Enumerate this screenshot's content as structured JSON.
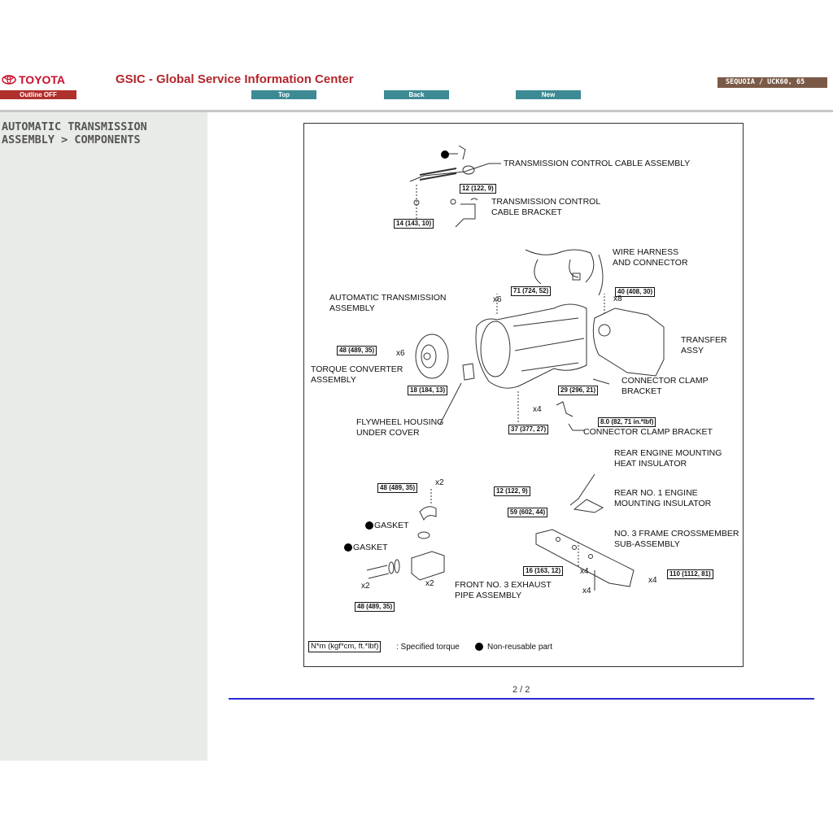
{
  "header": {
    "brand": "TOYOTA",
    "title": "GSIC - Global Service Information Center",
    "outline_button": "Outline OFF",
    "nav": {
      "top": "Top",
      "back": "Back",
      "new": "New"
    },
    "vehicle": "SEQUOIA / UCK60, 65"
  },
  "sidebar": {
    "breadcrumb_line1": "AUTOMATIC TRANSMISSION",
    "breadcrumb_line2": "ASSEMBLY > COMPONENTS"
  },
  "colors": {
    "brand_red": "#c8102e",
    "nav_button": "#3c8a94",
    "outline_button": "#b0302c",
    "vehicle_badge": "#7a5a47",
    "sidebar_bg": "#e8ebe7",
    "page_rule": "#2a2ad8"
  },
  "diagram": {
    "labels": {
      "cable_assy": "TRANSMISSION CONTROL CABLE ASSEMBLY",
      "cable_bracket_1": "TRANSMISSION CONTROL",
      "cable_bracket_2": "CABLE BRACKET",
      "wire_1": "WIRE HARNESS",
      "wire_2": "AND CONNECTOR",
      "at_1": "AUTOMATIC TRANSMISSION",
      "at_2": "ASSEMBLY",
      "transfer_1": "TRANSFER",
      "transfer_2": "ASSY",
      "tc_1": "TORQUE CONVERTER",
      "tc_2": "ASSEMBLY",
      "ccb_1": "CONNECTOR CLAMP",
      "ccb_2": "BRACKET",
      "fly_1": "FLYWHEEL HOUSING",
      "fly_2": "UNDER COVER",
      "ccb_full": "CONNECTOR CLAMP BRACKET",
      "heat_1": "REAR ENGINE MOUNTING",
      "heat_2": "HEAT INSULATOR",
      "mount_1": "REAR NO. 1 ENGINE",
      "mount_2": "MOUNTING INSULATOR",
      "cross_1": "NO. 3 FRAME CROSSMEMBER",
      "cross_2": "SUB-ASSEMBLY",
      "gasket": "GASKET",
      "exhaust_1": "FRONT NO. 3 EXHAUST",
      "exhaust_2": "PIPE ASSEMBLY"
    },
    "torques": {
      "t1": "12 (122, 9)",
      "t2": "14 (143, 10)",
      "t3": "71 (724, 52)",
      "t4": "40 (408, 30)",
      "t5": "48 (489, 35)",
      "t6": "18 (184, 13)",
      "t7": "29 (296, 21)",
      "t8": "8.0 (82, 71 in.*lbf)",
      "t9": "37 (377, 27)",
      "t10": "48 (489, 35)",
      "t11": "12 (122, 9)",
      "t12": "59 (602, 44)",
      "t13": "16 (163, 12)",
      "t14": "110 (1112, 81)",
      "t15": "48 (489, 35)"
    },
    "quantities": {
      "q1": "x6",
      "q2": "x8",
      "q3": "x6",
      "q4": "x4",
      "q5": "x2",
      "q6": "x4",
      "q7": "x4",
      "q8": "x2",
      "q9": "x2",
      "q10": "x4"
    },
    "legend": {
      "torque_format": "N*m (kgf*cm, ft.*lbf)",
      "torque_text": ": Specified torque",
      "nonreusable_text": "Non-reusable part"
    }
  },
  "pagination": "2 / 2"
}
